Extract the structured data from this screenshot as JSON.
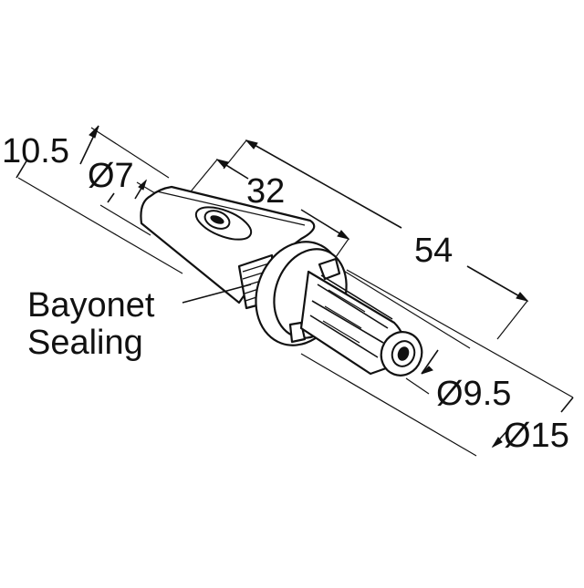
{
  "dimensions": {
    "d_10_5": "10.5",
    "d_7": "Ø7",
    "d_32": "32",
    "d_54": "54",
    "d_9_5": "Ø9.5",
    "d_15": "Ø15"
  },
  "callout": {
    "line1": "Bayonet",
    "line2": "Sealing"
  }
}
